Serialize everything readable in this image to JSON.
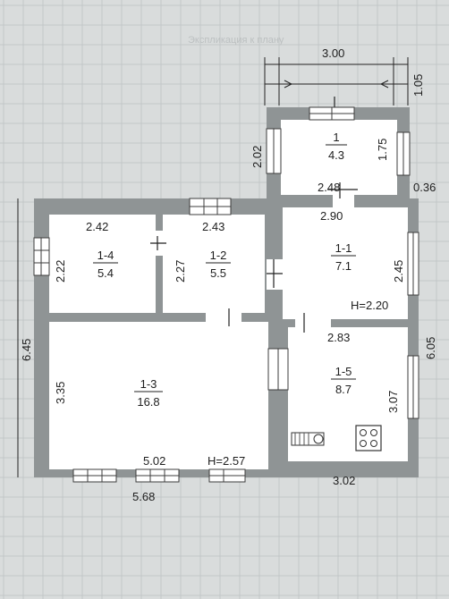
{
  "plan": {
    "dimensions": {
      "porch_width": "3.00",
      "porch_depth": "1.05",
      "porch_left_height": "2.02",
      "porch_right_height": "1.75",
      "porch_bottom": "2.48",
      "wall_offset": "0.36",
      "total_height": "6.45",
      "total_width": "5.68",
      "kitchen_bottom": "3.02",
      "right_total_height": "6.05"
    },
    "rooms": {
      "r1": {
        "id": "1",
        "area": "4.3"
      },
      "r14": {
        "id": "1-4",
        "area": "5.4",
        "width": "2.42",
        "height": "2.22"
      },
      "r12": {
        "id": "1-2",
        "area": "5.5",
        "width": "2.43",
        "height": "2.27"
      },
      "r11": {
        "id": "1-1",
        "area": "7.1",
        "width": "2.90",
        "height": "2.45",
        "ceiling": "H=2.20"
      },
      "r13": {
        "id": "1-3",
        "area": "16.8",
        "width": "5.02",
        "height": "3.35",
        "ceiling": "H=2.57"
      },
      "r15": {
        "id": "1-5",
        "area": "8.7",
        "width": "2.83",
        "height": "3.07"
      }
    },
    "watermark": "Экспликация к плану"
  }
}
